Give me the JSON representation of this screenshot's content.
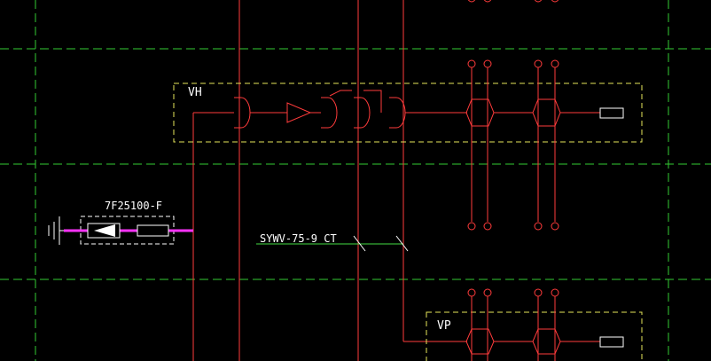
{
  "colors": {
    "background": "#000000",
    "wire": "#ff3b3b",
    "grid": "#33cc33",
    "frame": "#e6e65a",
    "text": "#ffffff",
    "cable": "#ff33ff",
    "feeder": "#44dd44"
  },
  "groups": {
    "vh": {
      "label": "VH"
    },
    "vp": {
      "label": "VP"
    }
  },
  "amplifier": {
    "model": "7F25100-F"
  },
  "cable": {
    "label": "SYWV-75-9 CT"
  },
  "icons": [
    "antenna-ground-icon",
    "amplifier-triangle-icon",
    "splitter-icon",
    "tap-icon",
    "terminal-resistor-icon"
  ]
}
